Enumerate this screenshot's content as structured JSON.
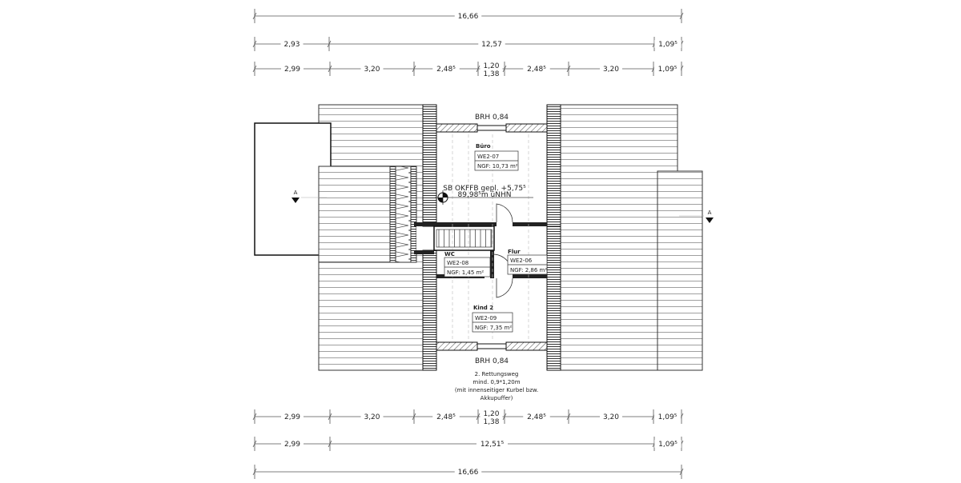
{
  "dimensions_top": {
    "overall": "16,66",
    "row2": [
      "2,93",
      "12,57",
      "1,09⁵"
    ],
    "row3": [
      "2,99",
      "3,20",
      "2,48⁵",
      "1,20",
      "1,38",
      "2,48⁵",
      "3,20",
      "1,09⁵"
    ]
  },
  "dimensions_bottom": {
    "row1": [
      "2,99",
      "3,20",
      "2,48⁵",
      "1,20",
      "1,38",
      "2,48⁵",
      "3,20",
      "1,09⁵"
    ],
    "row2": [
      "2,99",
      "12,51⁵",
      "1,09⁵"
    ],
    "overall": "16,66"
  },
  "windows": {
    "top": "BRH 0,84",
    "bottom": "BRH 0,84"
  },
  "level": {
    "line1": "SB OKFFB gepl. +5,75⁵",
    "line2": "89,98⁵m üNHN"
  },
  "rooms": [
    {
      "name": "Büro",
      "id": "WE2-07",
      "area": "NGF: 10,73 m²"
    },
    {
      "name": "WC",
      "id": "WE2-08",
      "area": "NGF: 1,45 m²"
    },
    {
      "name": "Flur",
      "id": "WE2-06",
      "area": "NGF: 2,86 m²"
    },
    {
      "name": "Kind 2",
      "id": "WE2-09",
      "area": "NGF: 7,35 m²"
    }
  ],
  "escape_note": [
    "2. Rettungsweg",
    "mind. 0,9*1,20m",
    "(mit innenseitiger Kurbel bzw.",
    "Akkupuffer)"
  ],
  "section_markers": [
    "A",
    "A"
  ]
}
